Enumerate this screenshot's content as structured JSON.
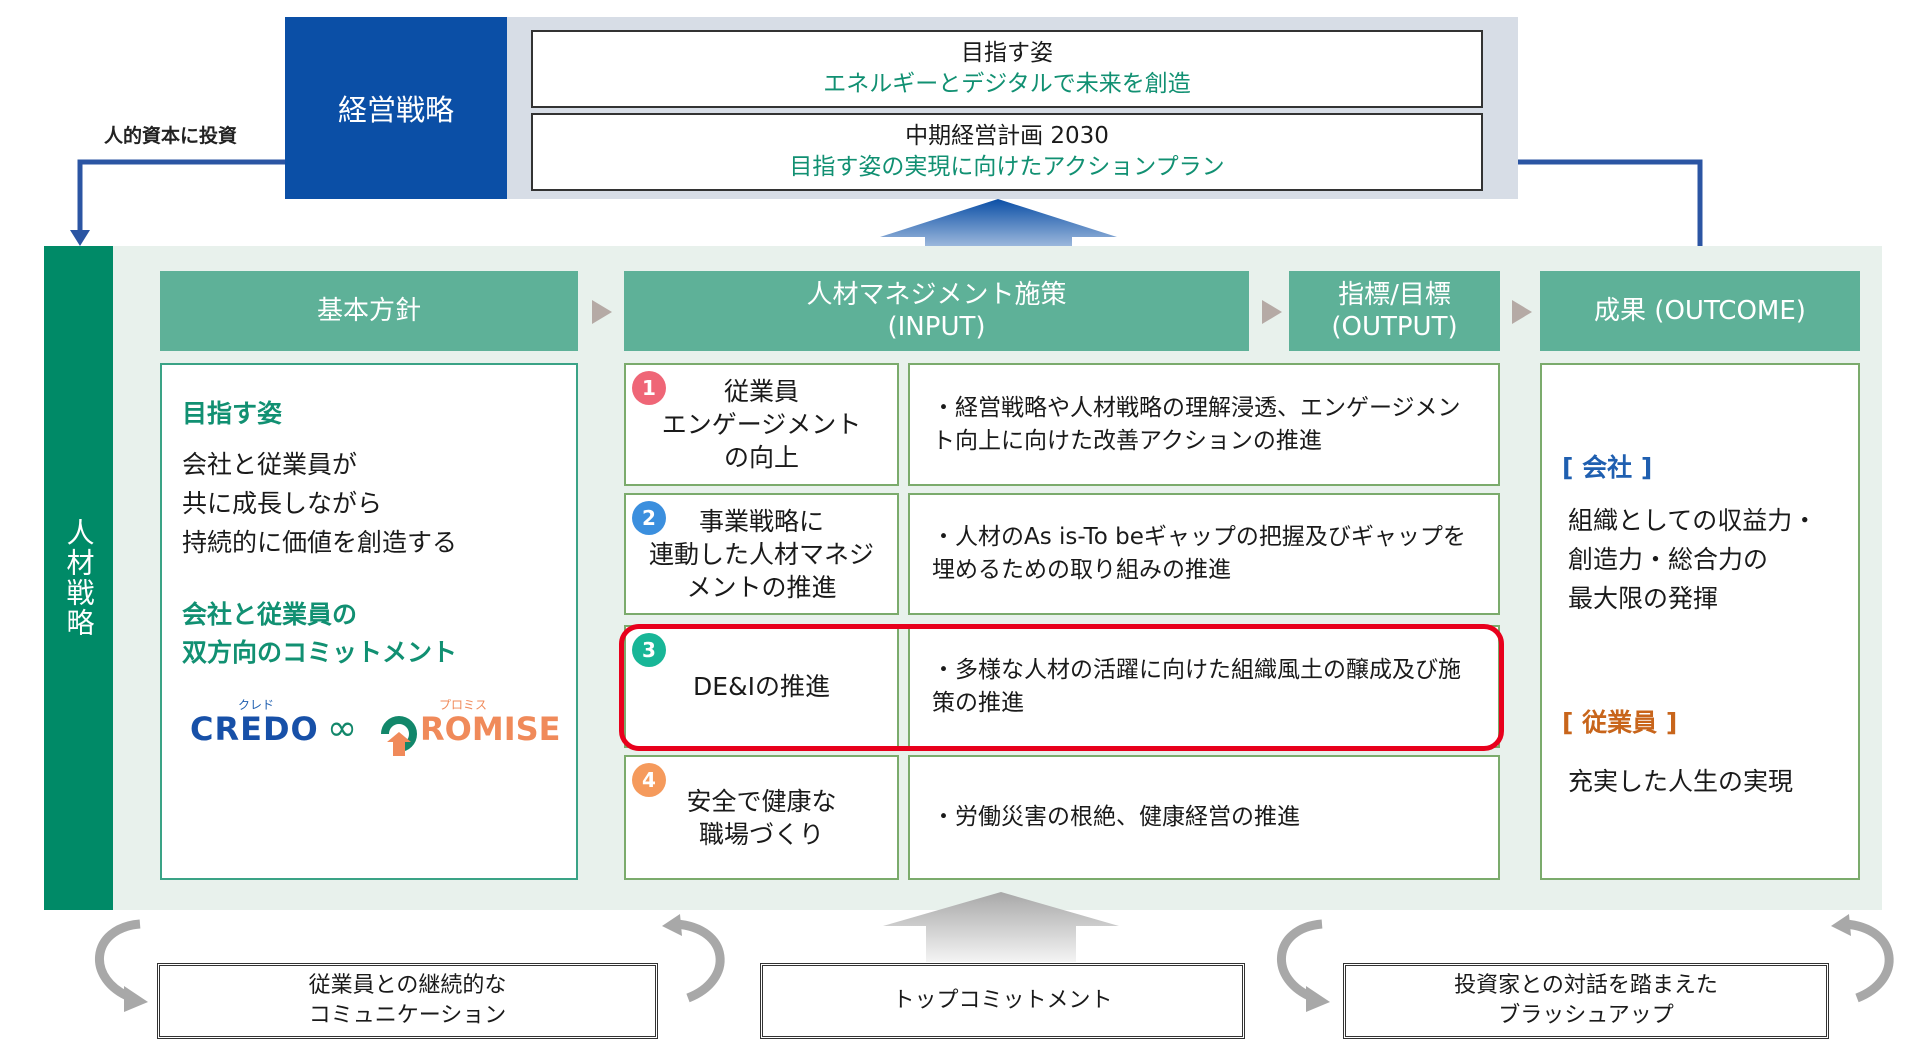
{
  "top": {
    "strategy_label": "経営戦略",
    "vision_title": "目指す姿",
    "vision_text": "エネルギーとデジタルで未来を創造",
    "plan_title": "中期経営計画 2030",
    "plan_text": "目指す姿の実現に向けたアクションプラン",
    "invest_label": "人的資本に投資"
  },
  "side_label": "人材戦略",
  "headers": {
    "policy": "基本方針",
    "input_line1": "人材マネジメント施策",
    "input_line2": "(INPUT)",
    "output_line1": "指標/目標",
    "output_line2": "(OUTPUT)",
    "outcome": "成果 (OUTCOME)"
  },
  "policy": {
    "heading1": "目指す姿",
    "lines1": [
      "会社と従業員が",
      "共に成長しながら",
      "持続的に価値を創造する"
    ],
    "heading2_line1": "会社と従業員の",
    "heading2_line2": "双方向のコミットメント",
    "logo": {
      "credo_ruby": "クレド",
      "credo": "CREDO",
      "promise_ruby": "プロミス",
      "promise": "ROMISE"
    }
  },
  "measures": [
    {
      "num": "1",
      "color": "#ef6677",
      "lines": [
        "従業員",
        "エンゲージメント",
        "の向上"
      ],
      "output": "・経営戦略や人材戦略の理解浸透、エンゲージメント向上に向けた改善アクションの推進"
    },
    {
      "num": "2",
      "color": "#3b8fde",
      "lines": [
        "事業戦略に",
        "連動した人材マネジ",
        "メントの推進"
      ],
      "output": "・人材のAs is-To beギャップの把握及びギャップを埋めるための取り組みの推進"
    },
    {
      "num": "3",
      "color": "#18b697",
      "lines": [
        "DE&Iの推進"
      ],
      "output": "・多様な人材の活躍に向けた組織風土の醸成及び施策の推進"
    },
    {
      "num": "4",
      "color": "#f59a5c",
      "lines": [
        "安全で健康な",
        "職場づくり"
      ],
      "output": "・労働災害の根絶、健康経営の推進"
    }
  ],
  "outcome": {
    "company_label": "[ 会社 ]",
    "company_lines": [
      "組織としての収益力・",
      "創造力・総合力の",
      "最大限の発揮"
    ],
    "employee_label": "[ 従業員 ]",
    "employee_text": "充実した人生の実現"
  },
  "bottom": {
    "left_line1": "従業員との継続的な",
    "left_line2": "コミュニケーション",
    "center": "トップコミットメント",
    "right_line1": "投資家との対話を踏まえた",
    "right_line2": "ブラッシュアップ"
  },
  "colors": {
    "blue": "#0b4fa6",
    "green": "#008a67",
    "header": "#5eb198",
    "highlight": "#e8001c",
    "company": "#1f5fb0",
    "employee": "#c8651b"
  }
}
